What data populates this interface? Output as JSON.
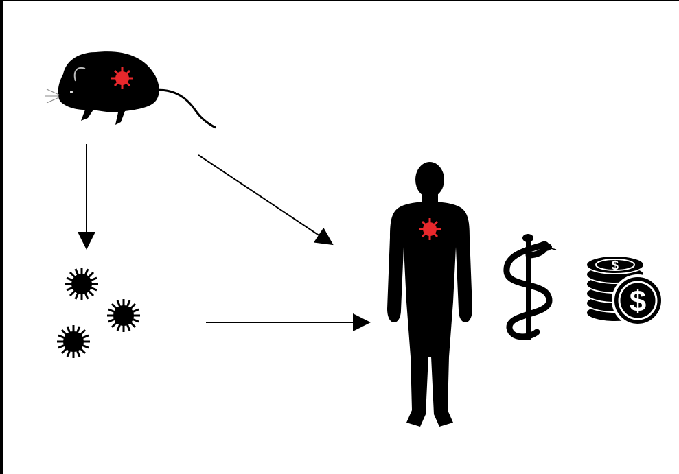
{
  "diagram": {
    "kind": "zoonotic-transmission",
    "nodes": [
      {
        "id": "rodent",
        "icon": "rodent-icon",
        "infected": true
      },
      {
        "id": "environment-viruses",
        "icon": "virus-icon",
        "count": 3
      },
      {
        "id": "human",
        "icon": "human-figure-icon",
        "infected": true
      },
      {
        "id": "medicine",
        "icon": "asclepius-rod-icon"
      },
      {
        "id": "cost",
        "icon": "dollar-coins-icon"
      }
    ],
    "edges": [
      {
        "from": "rodent",
        "to": "environment-viruses"
      },
      {
        "from": "rodent",
        "to": "human"
      },
      {
        "from": "environment-viruses",
        "to": "human"
      }
    ]
  },
  "colors": {
    "background": "#ffffff",
    "frame": "#000000",
    "silhouette": "#000000",
    "virus_infection": "#e8282c",
    "arrow": "#000000"
  }
}
